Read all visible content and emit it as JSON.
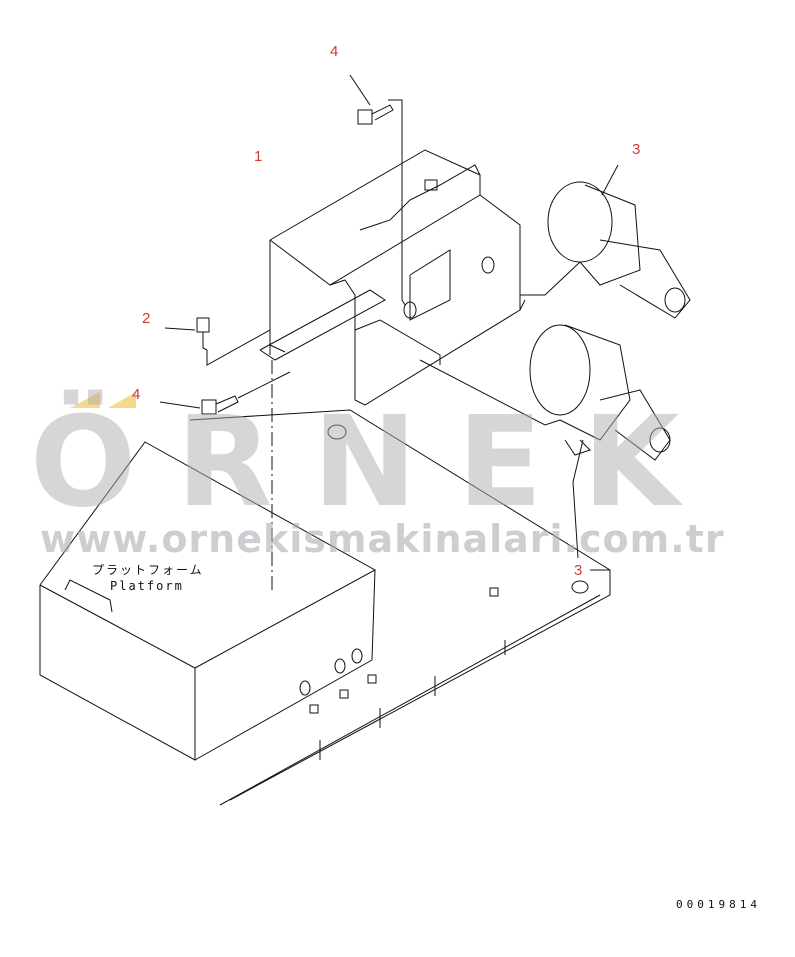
{
  "watermark": {
    "brand": "ÖRNEK",
    "url": "www.ornekismakinalari.com.tr",
    "accent_color": "#f5d98a",
    "text_color": "#afacb2"
  },
  "callouts": [
    {
      "label": "4",
      "part": "bolt-top"
    },
    {
      "label": "1",
      "part": "bracket"
    },
    {
      "label": "3",
      "part": "horn-upper"
    },
    {
      "label": "2",
      "part": "bolt-left"
    },
    {
      "label": "4",
      "part": "bolt-lower"
    },
    {
      "label": "3",
      "part": "horn-lower"
    }
  ],
  "callout_color": "#d23a3a",
  "platform_label": {
    "japanese": "プラットフォーム",
    "english": "Platform"
  },
  "document_number": "00019814"
}
